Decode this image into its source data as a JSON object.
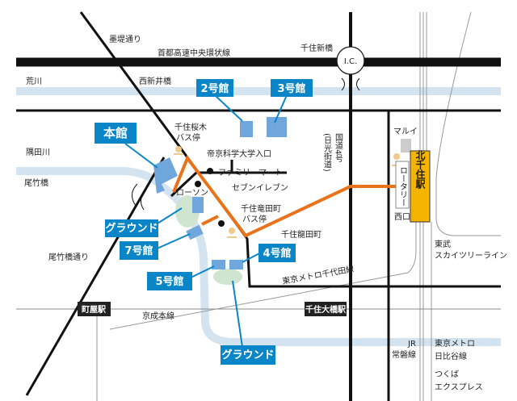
{
  "colors": {
    "route": "#e8731a",
    "label_box": "#0a86c8",
    "building": "#6fa6dc",
    "river": "#d3e4f0",
    "ground": "#cfe5cf",
    "station": "#f5b400"
  },
  "roads": {
    "bokutei": "墨堤通り",
    "expressway": "首都高速中央環状線",
    "senju_shinbashi": "千住新橋",
    "ic": "I.C.",
    "nishiarai": "西新井橋",
    "route4": "国道4号",
    "nikko": "(日光街道)",
    "odakebashi_dori": "尾竹橋通り",
    "odakebashi": "尾竹橋"
  },
  "rivers": {
    "arakawa": "荒川",
    "sumida": "隅田川"
  },
  "buildings": {
    "honkan": "本館",
    "b2": "2号館",
    "b3": "3号館",
    "b4": "4号館",
    "b5": "5号館",
    "b7": "7号館",
    "ground1": "グラウンド",
    "ground2": "グラウンド"
  },
  "landmarks": {
    "sakuragi_line1": "千住桜木",
    "sakuragi_line2": "バス停",
    "teikyo_entrance": "帝京科学大学入口",
    "familymart": "ファミリーマート",
    "lawson": "ローソン",
    "seven": "セブンイレブン",
    "tatsuta_line1": "千住竜田町",
    "tatsuta_line2": "バス停",
    "tatsutacho": "千住龍田町",
    "marui": "マルイ",
    "rotary": "ロータリー",
    "nishiguchi": "西口"
  },
  "stations": {
    "kitasenju": "北千住駅",
    "machiya": "町屋駅",
    "senju_ohashi": "千住大橋駅"
  },
  "lines": {
    "chiyoda": "東京メトロ千代田線",
    "keisei": "京成本線",
    "tobu1": "東武",
    "tobu2": "スカイツリーライン",
    "jr1": "JR",
    "jr2": "常磐線",
    "hibiya1": "東京メトロ",
    "hibiya2": "日比谷線",
    "tx1": "つくば",
    "tx2": "エクスプレス"
  }
}
